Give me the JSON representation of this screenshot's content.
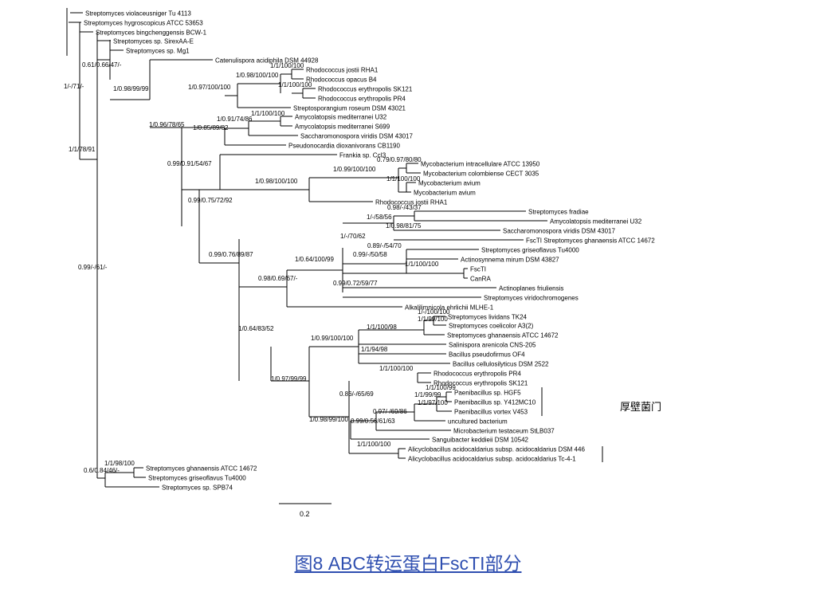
{
  "figure": {
    "caption": "图8 ABC转运蛋白FscTI部分",
    "group_label": "厚壁菌门",
    "scale_bar_label": "0.2",
    "line_color": "#000000",
    "caption_color": "#2f4fb0"
  },
  "taxa": [
    "Streptomyces violaceusniger Tu 4113",
    "Streptomyces hygroscopicus ATCC 53653",
    "Streptomyces bingchenggensis BCW-1",
    "Streptomyces sp. SirexAA-E",
    "Streptomyces sp. Mg1",
    "Catenulispora acidiphila DSM 44928",
    "Rhodococcus jostii RHA1",
    "Rhodococcus opacus B4",
    "Rhodococcus erythropolis SK121",
    "Rhodococcus erythropolis PR4",
    "Streptosporangium roseum DSM 43021",
    "Amycolatopsis mediterranei U32",
    "Amycolatopsis mediterranei S699",
    "Saccharomonospora viridis DSM 43017",
    "Pseudonocardia dioxanivorans CB1190",
    "Frankia sp. CcI3",
    "Mycobacterium intracellulare ATCC 13950",
    "Mycobacterium colombiense CECT 3035",
    "Mycobacterium avium",
    "Mycobacterium avium",
    "Rhodococcus jostii RHA1",
    "Streptomyces fradiae",
    "Amycolatopsis mediterranei U32",
    "Saccharomonospora viridis DSM 43017",
    "FscTI Streptomyces ghanaensis ATCC 14672",
    "Streptomyces griseoflavus Tu4000",
    "Actinosynnema mirum DSM 43827",
    "FscTI",
    "CanRA",
    "Actinoplanes friuliensis",
    "Streptomyces viridochromogenes",
    "Alkalilimnicola ehrlichii MLHE-1",
    "Streptomyces lividans TK24",
    "Streptomyces coelicolor A3(2)",
    "Streptomyces ghanaensis ATCC 14672",
    "Salinispora arenicola CNS-205",
    "Bacillus pseudofirmus OF4",
    "Bacillus cellulosilyticus DSM 2522",
    "Rhodococcus erythropolis PR4",
    "Rhodococcus erythropolis SK121",
    "Paenibacillus sp. HGF5",
    "Paenibacillus sp. Y412MC10",
    "Paenibacillus vortex V453",
    "uncultured bacterium",
    "Microbacterium testaceum StLB037",
    "Sanguibacter keddieii DSM 10542",
    "Alicyclobacillus acidocaldarius subsp. acidocaldarius DSM 446",
    "Alicyclobacillus acidocaldarius subsp. acidocaldarius Tc-4-1",
    "Streptomyces ghanaensis ATCC 14672",
    "Streptomyces griseoflavus Tu4000",
    "Streptomyces sp. SPB74"
  ],
  "supports": [
    "1/1/100/100",
    "1/0.98/100/100",
    "1/1/100/100",
    "1/0.97/100/100",
    "1/0.98/99/99",
    "0.61/0.66/47/-",
    "1/1/100/100",
    "1/0.91/74/86",
    "1/0.85/89/82",
    "1/0.96/78/65",
    "1/-/71/-",
    "0.79/0.97/80/80",
    "1/1/100/100",
    "1/0.99/100/100",
    "1/0.98/100/100",
    "0.99/0.91/54/67",
    "0.98/-/43/37",
    "1/0.98/81/75",
    "1/-/58/56",
    "0.89/-/54/70",
    "1/1/100/100",
    "0.99/-/50/58",
    "1/-/70/62",
    "1/0.64/100/99",
    "0.99/0.72/59/77",
    "0.98/0.69/67/-",
    "0.99/0.75/72/92",
    "0.99/0.76/89/87",
    "1/-/100/100",
    "1/1/99/100",
    "1/1/100/98",
    "1/0.99/100/100",
    "1/1/94/98",
    "1/1/100/100",
    "1/1/100/99",
    "1/1/99/99",
    "1/1/97/100",
    "0.97/-/69/86",
    "0.99/0.56/61/63",
    "0.86/-/65/69",
    "1/1/100/100",
    "1/0.98/99/100",
    "1/0.97/99/99",
    "1/0.64/83/52",
    "1/1/78/91",
    "0.99/-/61/-",
    "1/1/98/100",
    "0.6/0.84/46/-"
  ]
}
